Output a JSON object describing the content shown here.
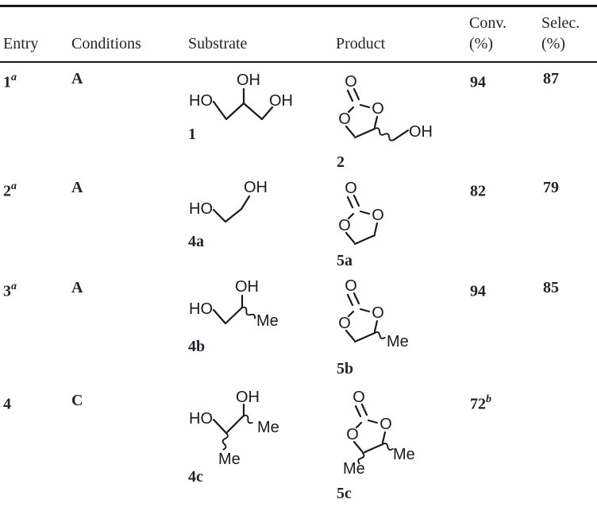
{
  "table": {
    "headers": {
      "entry": "Entry",
      "conditions": "Conditions",
      "substrate": "Substrate",
      "product": "Product",
      "conv_line1": "Conv.",
      "conv_line2": "(%)",
      "selec_line1": "Selec.",
      "selec_line2": "(%)"
    },
    "rows": [
      {
        "entry": "1",
        "entry_sup": "a",
        "conditions": "A",
        "substrate_label": "1",
        "product_label": "2",
        "conv": "94",
        "conv_sup": "",
        "selec": "87"
      },
      {
        "entry": "2",
        "entry_sup": "a",
        "conditions": "A",
        "substrate_label": "4a",
        "product_label": "5a",
        "conv": "82",
        "conv_sup": "",
        "selec": "79"
      },
      {
        "entry": "3",
        "entry_sup": "a",
        "conditions": "A",
        "substrate_label": "4b",
        "product_label": "5b",
        "conv": "94",
        "conv_sup": "",
        "selec": "85"
      },
      {
        "entry": "4",
        "entry_sup": "",
        "conditions": "C",
        "substrate_label": "4c",
        "product_label": "5c",
        "conv": "72",
        "conv_sup": "b",
        "selec": ""
      }
    ]
  },
  "atoms": {
    "ho": "HO",
    "oh": "OH",
    "o": "O",
    "me": "Me"
  },
  "colors": {
    "text": "#22242c",
    "structure": "#1a1a1a",
    "rule": "#17171a",
    "background": "#ffffff"
  }
}
